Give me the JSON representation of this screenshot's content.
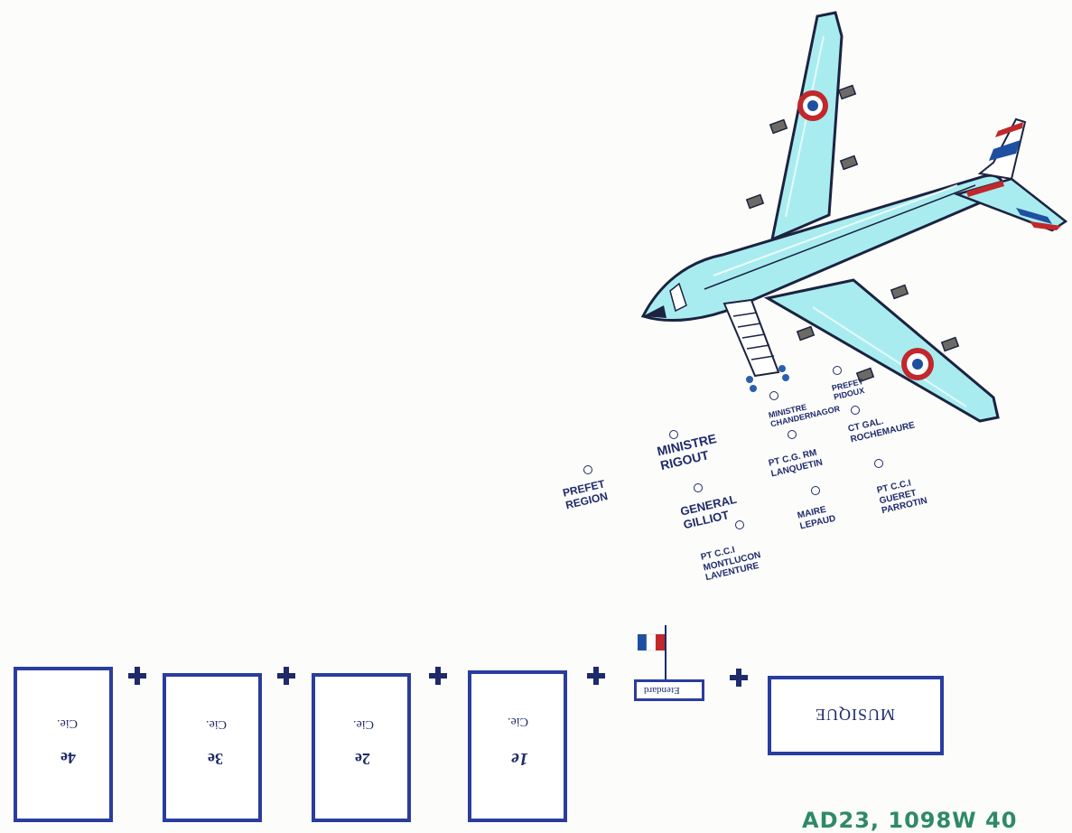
{
  "officials": [
    {
      "id": "prefet-region",
      "label": "PREFET\nREGION"
    },
    {
      "id": "ministre-rigout",
      "label": "MINISTRE\nRIGOUT"
    },
    {
      "id": "general-gilliot",
      "label": "GENERAL\nGILLIOT"
    },
    {
      "id": "pt-cci-montlucon",
      "label": "Pt C.C.I\nMONTLUCON\nLAVENTURE"
    },
    {
      "id": "ministre-chandernagor",
      "label": "MINISTRE\nCHANDERNAGOR"
    },
    {
      "id": "prefet-pidoux",
      "label": "PREFET\nPIDOUX"
    },
    {
      "id": "pt-cg-rm-lanquetin",
      "label": "Pt C.G. RM\nLANQUETIN"
    },
    {
      "id": "cdt-gal-rochemaure",
      "label": "Ct Gal.\nROCHEMAURE"
    },
    {
      "id": "maire-lepaud",
      "label": "MAIRE\nLEPAUD"
    },
    {
      "id": "pt-cci-gueret",
      "label": "Pt C.C.I\nGUERET\nPARROTIN"
    }
  ],
  "formation": {
    "companies": [
      {
        "id": "cie-4",
        "number": "4e",
        "label": "Cie."
      },
      {
        "id": "cie-3",
        "number": "3e",
        "label": "Cie."
      },
      {
        "id": "cie-2",
        "number": "2e",
        "label": "Cie."
      },
      {
        "id": "cie-1",
        "number": "1e",
        "label": "Cie."
      }
    ],
    "flag_label": "Etendard",
    "music_label": "MUSIQUE"
  },
  "archive_ref": "AD23, 1098W 40",
  "colors": {
    "ink": "#1e2a6a",
    "box_border": "#2a3d9e",
    "aircraft_body": "#a8ecf0",
    "roundel_red": "#c0282c",
    "roundel_blue": "#1f4fa0",
    "watermark": "#2e8a66"
  }
}
